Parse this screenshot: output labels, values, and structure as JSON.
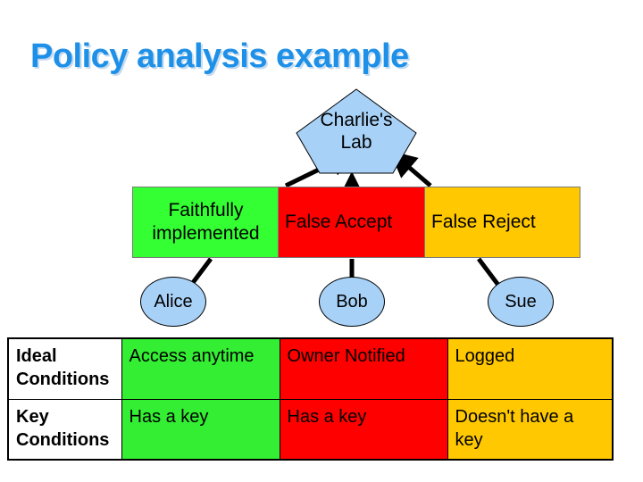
{
  "title": "Policy analysis example",
  "theme": {
    "title_color": "#1E90E8",
    "green": "#33FF33",
    "red": "#FF0000",
    "yellow": "#FFC800",
    "node_blue": "#A8D1F7"
  },
  "diagram": {
    "top_node": {
      "label_line1": "Charlie's",
      "label_line2": "Lab",
      "shape": "pentagon"
    },
    "outcomes": [
      {
        "id": "faithfully-implemented",
        "label": "Faithfully implemented",
        "color": "#33FF33"
      },
      {
        "id": "false-accept",
        "label": "False Accept",
        "color": "#FF0000"
      },
      {
        "id": "false-reject",
        "label": "False Reject",
        "color": "#FFC800"
      }
    ],
    "people": [
      {
        "id": "alice",
        "label": "Alice"
      },
      {
        "id": "bob",
        "label": "Bob"
      },
      {
        "id": "sue",
        "label": "Sue"
      }
    ]
  },
  "matrix": {
    "rows": [
      {
        "header_line1": "Ideal",
        "header_line2": "Conditions",
        "cells": [
          {
            "person": "alice",
            "text": "Access anytime",
            "color": "#33EE33"
          },
          {
            "person": "bob",
            "text": "Owner Notified",
            "color": "#FF0000"
          },
          {
            "person": "sue",
            "text": "Logged",
            "color": "#FFC800"
          }
        ]
      },
      {
        "header_line1": "Key",
        "header_line2": "Conditions",
        "cells": [
          {
            "person": "alice",
            "text": "Has a key",
            "color": "#33EE33"
          },
          {
            "person": "bob",
            "text": "Has a key",
            "color": "#FF0000"
          },
          {
            "person": "sue",
            "text": "Doesn't have a key",
            "color": "#FFC800"
          }
        ]
      }
    ]
  }
}
